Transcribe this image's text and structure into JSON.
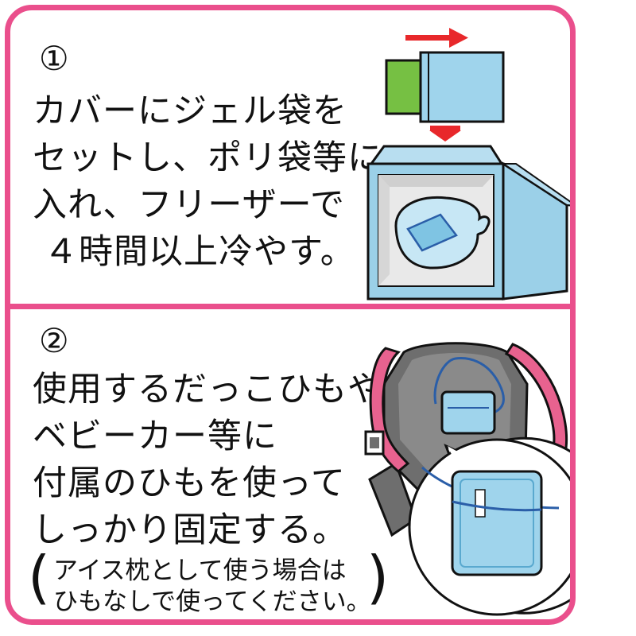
{
  "steps": [
    {
      "number": "①",
      "lines": [
        "カバーにジェル袋を",
        "セットし、ポリ袋等に",
        "入れ、フリーザーで",
        "４時間以上冷やす。"
      ]
    },
    {
      "number": "②",
      "lines": [
        "使用するだっこひもや、",
        "ベビーカー等に",
        "付属のひもを使って",
        "しっかり固定する。"
      ],
      "note_lines": [
        "アイス枕として使う場合は",
        "ひもなしで使ってください。"
      ]
    }
  ],
  "colors": {
    "frame": "#ea4f8c",
    "arrow": "#e8282b",
    "gel_cover": "#9fd4ec",
    "green_cap": "#76c043",
    "freezer": "#9bd0e8",
    "carrier_gray": "#6e6e6e",
    "strap_pink": "#e8628f",
    "cord_blue": "#2a5ea8"
  },
  "icons": [
    "right-arrow-icon",
    "down-arrow-icon",
    "freezer-icon",
    "gel-pack-icon",
    "baby-carrier-icon",
    "magnifier-bubble-icon"
  ]
}
